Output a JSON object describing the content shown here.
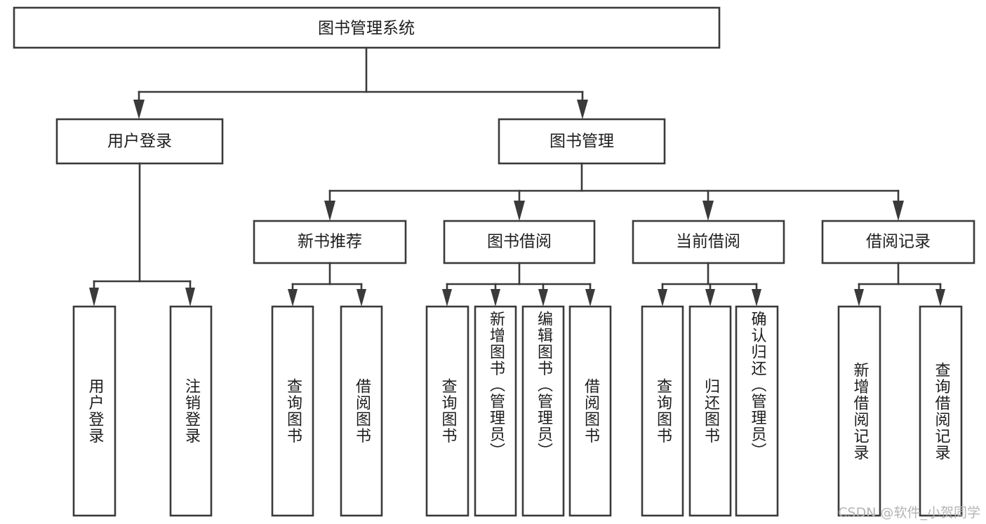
{
  "diagram": {
    "type": "tree-hierarchy",
    "title": "图书管理系统",
    "watermark": "CSDN @软件_小贺同学",
    "colors": {
      "box_stroke": "#3a3a3a",
      "box_fill": "#ffffff",
      "text": "#1d1d1d",
      "background": "#ffffff",
      "watermark": "#b4b4b4"
    },
    "root": {
      "id": "root",
      "label": "图书管理系统",
      "orientation": "horizontal"
    },
    "level2": [
      {
        "id": "user-login",
        "label": "用户登录",
        "orientation": "horizontal"
      },
      {
        "id": "book-manage",
        "label": "图书管理",
        "orientation": "horizontal"
      }
    ],
    "level3": [
      {
        "id": "new-book-recommend",
        "label": "新书推荐",
        "orientation": "horizontal",
        "parent": "book-manage"
      },
      {
        "id": "book-borrow",
        "label": "图书借阅",
        "orientation": "horizontal",
        "parent": "book-manage"
      },
      {
        "id": "current-borrow",
        "label": "当前借阅",
        "orientation": "horizontal",
        "parent": "book-manage"
      },
      {
        "id": "borrow-record",
        "label": "借阅记录",
        "orientation": "horizontal",
        "parent": "book-manage"
      }
    ],
    "leaves": [
      {
        "id": "leaf-user-login",
        "label": "用户登录",
        "orientation": "vertical",
        "parent": "user-login",
        "align": "center"
      },
      {
        "id": "leaf-logout",
        "label": "注销登录",
        "orientation": "vertical",
        "parent": "user-login",
        "align": "center"
      },
      {
        "id": "leaf-query-book-1",
        "label": "查询图书",
        "orientation": "vertical",
        "parent": "new-book-recommend",
        "align": "center"
      },
      {
        "id": "leaf-borrow-book-1",
        "label": "借阅图书",
        "orientation": "vertical",
        "parent": "new-book-recommend",
        "align": "center"
      },
      {
        "id": "leaf-query-book-2",
        "label": "查询图书",
        "orientation": "vertical",
        "parent": "book-borrow",
        "align": "center"
      },
      {
        "id": "leaf-add-book",
        "label": "新增图书（管理员）",
        "orientation": "vertical",
        "parent": "book-borrow",
        "align": "top"
      },
      {
        "id": "leaf-edit-book",
        "label": "编辑图书（管理员）",
        "orientation": "vertical",
        "parent": "book-borrow",
        "align": "top"
      },
      {
        "id": "leaf-borrow-book-2",
        "label": "借阅图书",
        "orientation": "vertical",
        "parent": "book-borrow",
        "align": "center"
      },
      {
        "id": "leaf-query-book-3",
        "label": "查询图书",
        "orientation": "vertical",
        "parent": "current-borrow",
        "align": "center"
      },
      {
        "id": "leaf-return-book",
        "label": "归还图书",
        "orientation": "vertical",
        "parent": "current-borrow",
        "align": "center"
      },
      {
        "id": "leaf-confirm-return",
        "label": "确认归还（管理员）",
        "orientation": "vertical",
        "parent": "current-borrow",
        "align": "top"
      },
      {
        "id": "leaf-add-record",
        "label": "新增借阅记录",
        "orientation": "vertical",
        "parent": "borrow-record",
        "align": "center"
      },
      {
        "id": "leaf-query-record",
        "label": "查询借阅记录",
        "orientation": "vertical",
        "parent": "borrow-record",
        "align": "center"
      }
    ]
  }
}
